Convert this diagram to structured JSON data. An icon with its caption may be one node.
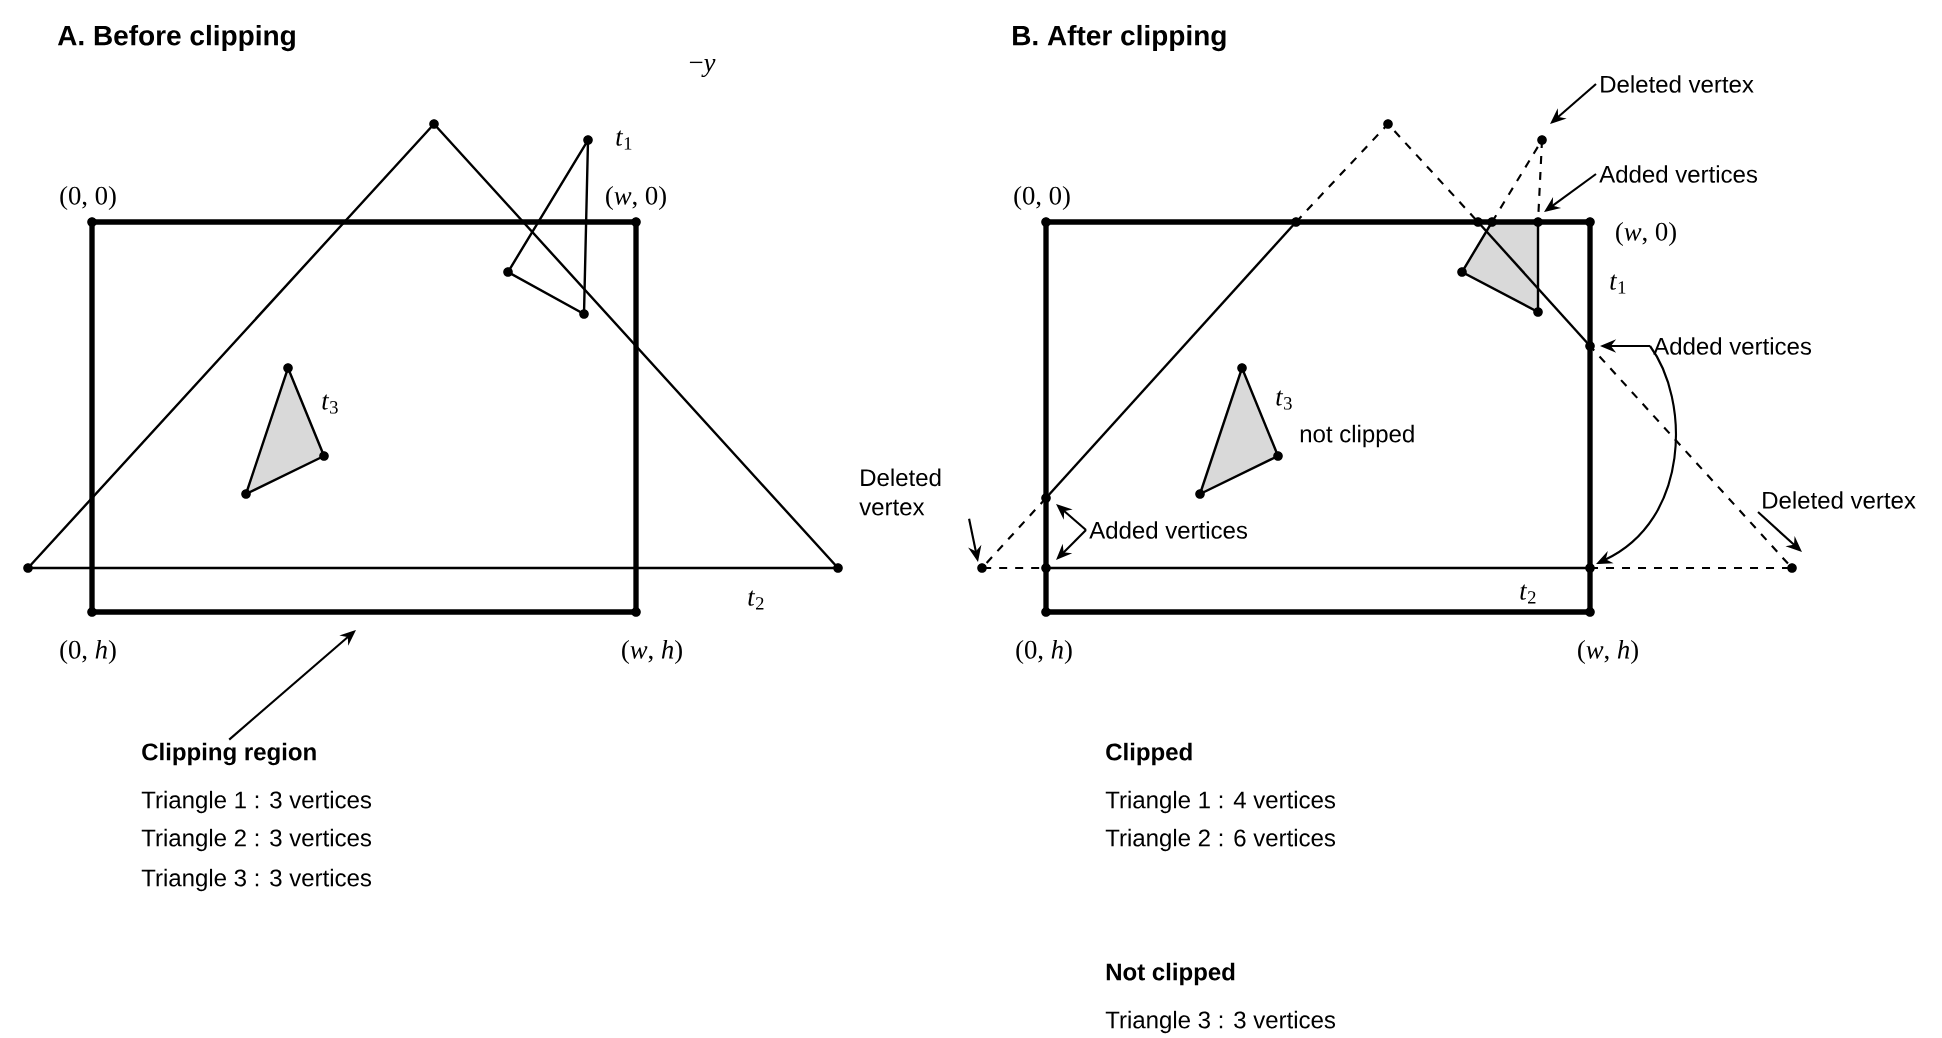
{
  "diagram": {
    "nodes": [
      {
        "text": [
          "Clipping region"
        ]
      },
      {
        "text": [
          "Deleted vertex"
        ]
      },
      {
        "text": [
          "Added vertices"
        ]
      },
      {
        "text": [
          "Added vertices"
        ]
      },
      {
        "text": [
          "Deleted vertex"
        ]
      },
      {
        "text": [
          "Added vertices"
        ]
      },
      {
        "text": [
          "Deleted vertex"
        ]
      }
    ],
    "edges": [
      {
        "from": 0,
        "to": null,
        "arrow": "to"
      },
      {
        "from": 1,
        "to": null,
        "arrow": "to"
      },
      {
        "from": 2,
        "to": null,
        "arrow": "to"
      },
      {
        "from": 3,
        "to": null,
        "arrow": "to"
      },
      {
        "from": 3,
        "to": null,
        "arrow": "to"
      },
      {
        "from": 4,
        "to": null,
        "arrow": "to"
      },
      {
        "from": 5,
        "to": null,
        "arrow": "to"
      },
      {
        "from": 5,
        "to": null,
        "arrow": "to"
      },
      {
        "from": 6,
        "to": null,
        "arrow": "to"
      }
    ],
    "labels": [
      "A. Before clipping",
      "B. After clipping",
      "−*y*",
      "*t*$_{1}$",
      "(0, 0)",
      "(*w*, 0)",
      "(0, 0)",
      "(*w*, 0)",
      "*t*$_{1}$",
      "*t*$_{3}$",
      "*t*$_{3}$",
      "not clipped",
      "*t*$_{2}$",
      "*t*$_{2}$",
      "(0, *h*)",
      "(*w*, *h*)",
      "(0, *h*)",
      "(*w*, *h*)",
      "Triangle 1 : 3 vertices",
      "Triangle 2 : 3 vertices",
      "Triangle 3 : 3 vertices",
      "Clipped",
      "Triangle 1 : 4 vertices",
      "Triangle 2 : 6 vertices",
      "Not clipped",
      "Triangle 3 : 3 vertices"
    ]
  }
}
